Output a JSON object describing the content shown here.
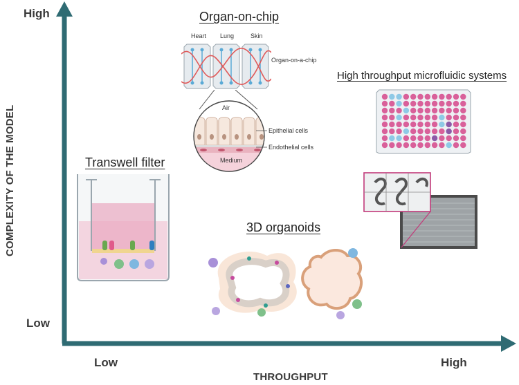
{
  "y_axis": {
    "high": "High",
    "low": "Low",
    "title": "COMPLEXITY OF THE MODEL"
  },
  "x_axis": {
    "low": "Low",
    "high": "High",
    "title": "THROUGHPUT"
  },
  "categories": {
    "organ_on_chip": {
      "title": "Organ-on-chip",
      "organs": [
        "Heart",
        "Lung",
        "Skin"
      ],
      "device_label": "Organ-on-a-chip",
      "air_label": "Air",
      "epithelial_label": "Epithelial cells",
      "endothelial_label": "Endothelial cells",
      "medium_label": "Medium"
    },
    "high_throughput": {
      "title": "High throughput microfluidic systems"
    },
    "transwell": {
      "title": "Transwell filter"
    },
    "organoids": {
      "title": "3D organoids"
    }
  },
  "colors": {
    "axis": "#2f6b73",
    "vessel": "#e05a5a",
    "well_pink": "#d9609a",
    "well_blue": "#8ec9e6",
    "chip_magenta": "#c23a7a",
    "medium_pink": "#f1cfdc"
  }
}
